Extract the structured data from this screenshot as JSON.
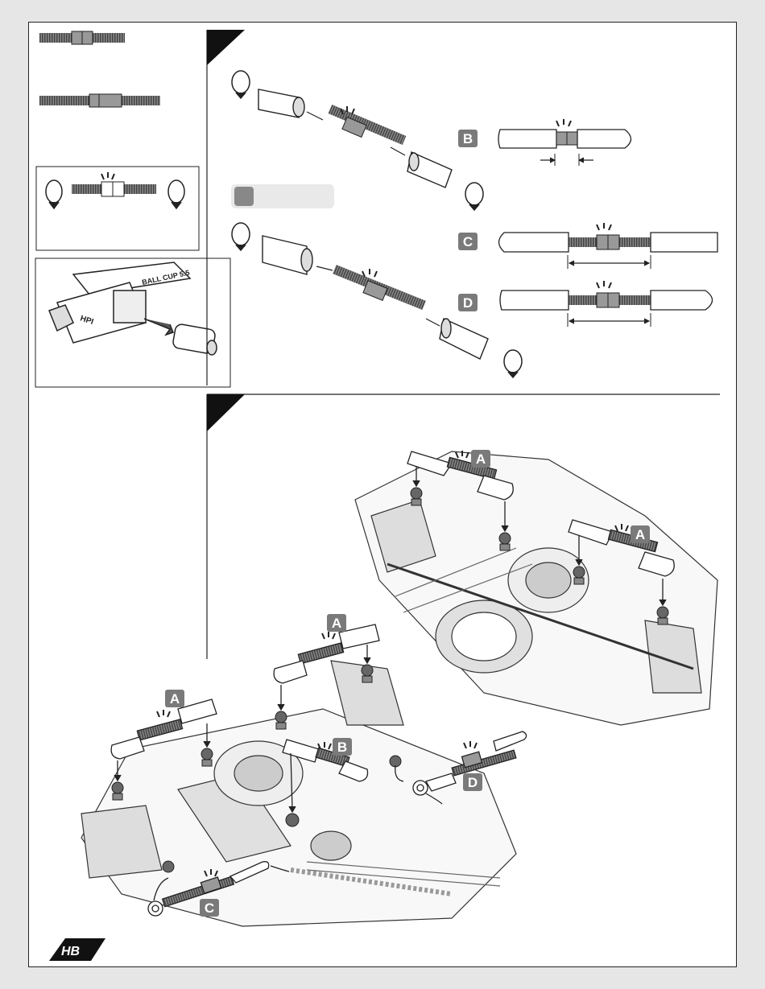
{
  "labels": {
    "step_b": "B",
    "step_c": "C",
    "step_d": "D",
    "link_a1": "A",
    "link_a2": "A",
    "link_a3": "A",
    "link_a4": "A",
    "link_b": "B",
    "link_c": "C",
    "link_d": "D"
  },
  "tool": {
    "text": "BALL CUP 5.5",
    "brand": "HPI"
  },
  "logo": "HB"
}
